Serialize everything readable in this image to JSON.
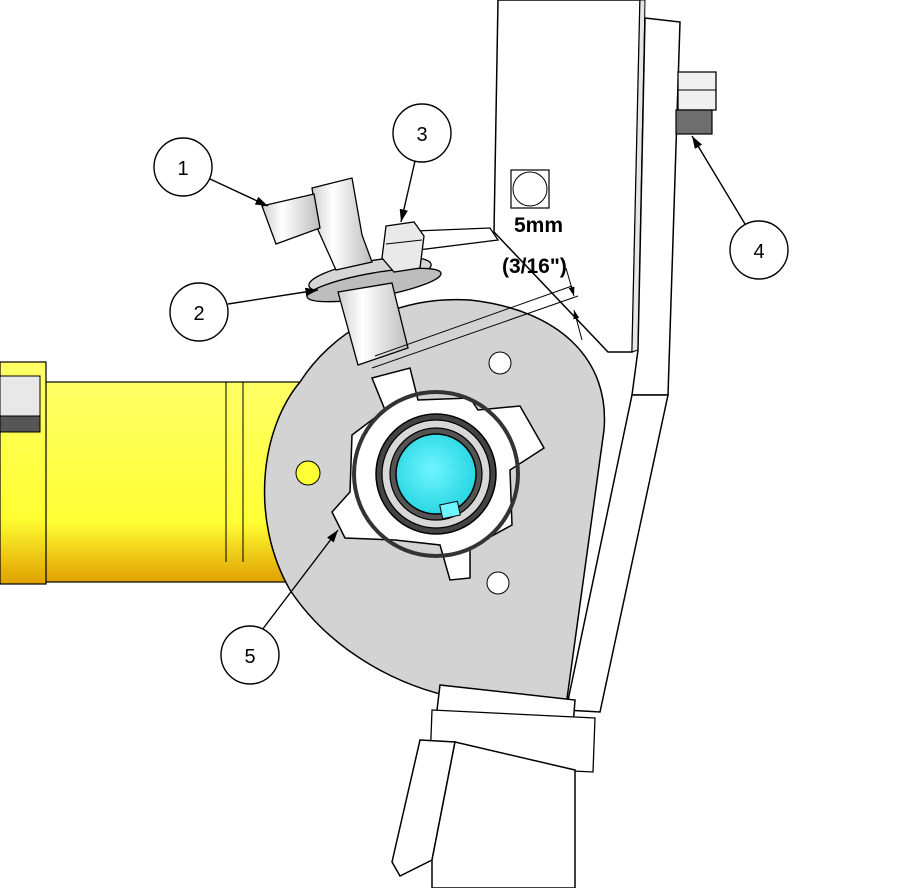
{
  "callouts": [
    {
      "label": "1"
    },
    {
      "label": "2"
    },
    {
      "label": "3"
    },
    {
      "label": "4"
    },
    {
      "label": "5"
    }
  ],
  "dimension": {
    "metric": "5mm",
    "imperial": "(3/16\")"
  },
  "colors": {
    "arm_yellow": "#ffff33",
    "plate_gray": "#d3d3d3",
    "hub_cyan": "#33e6ee",
    "bracket_white": "#ffffff",
    "small_hole_yellow": "#ffff33"
  },
  "icons": [
    "leader-arrow",
    "callout-circle",
    "square-hole"
  ]
}
